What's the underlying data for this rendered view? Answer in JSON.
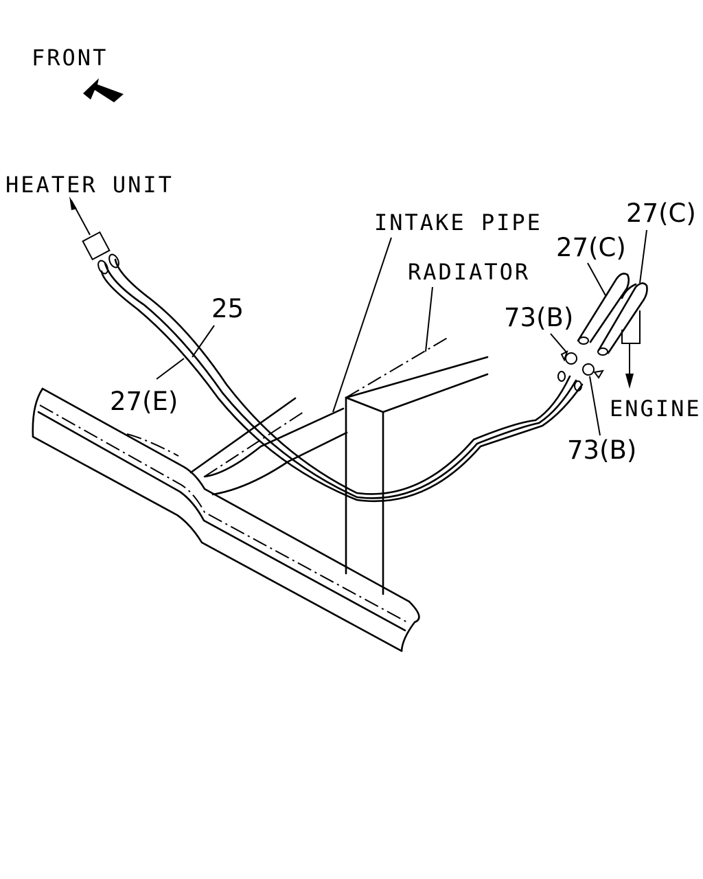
{
  "labels": {
    "front": "FRONT",
    "heater_unit": "HEATER UNIT",
    "intake_pipe": "INTAKE PIPE",
    "radiator": "RADIATOR",
    "engine": "ENGINE"
  },
  "callouts": {
    "hose_25": "25",
    "hose_27e": "27(E)",
    "hose_27c_left": "27(C)",
    "hose_27c_right": "27(C)",
    "clip_73b_top": "73(B)",
    "clip_73b_bottom": "73(B)"
  },
  "colors": {
    "line": "#000000",
    "background": "#ffffff"
  }
}
